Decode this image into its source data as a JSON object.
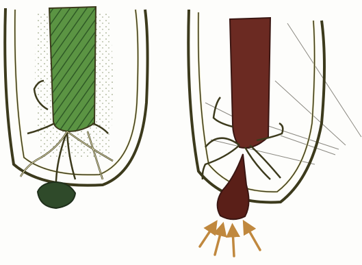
{
  "image": {
    "left_panel": {
      "subject": "green-stained-cell-with-dark-green-bulb",
      "stain_color": "#4f8a3a",
      "bulb_color": "#2f4a2a",
      "outline_color": "#3c3a1c"
    },
    "right_panel": {
      "subject": "brown-stained-cell-with-arrows",
      "stain_color": "#6b2a22",
      "bulb_color": "#5a1f18",
      "outline_color": "#3c3a1c",
      "arrow_color": "#c0883e",
      "arrow_count": 4
    }
  }
}
